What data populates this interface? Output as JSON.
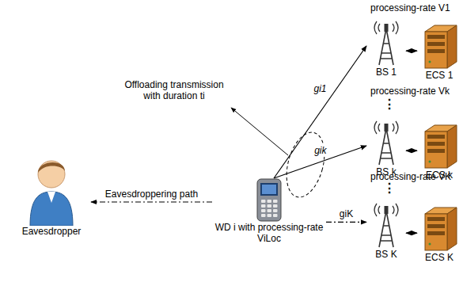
{
  "diagram": {
    "nodes": [
      {
        "text": [
          "WD i with processing-rate ViLoc"
        ]
      },
      {
        "text": [
          "Eavesdropper"
        ]
      },
      {
        "text": [
          "BS 1"
        ]
      },
      {
        "text": [
          "ECS 1"
        ]
      },
      {
        "text": [
          "BS k"
        ]
      },
      {
        "text": [
          "ECS k"
        ]
      },
      {
        "text": [
          "BS K"
        ]
      },
      {
        "text": [
          "ECS K"
        ]
      }
    ],
    "edges": [
      {
        "from": 0,
        "to": 2,
        "label": "gi1",
        "arrow": "to"
      },
      {
        "from": 0,
        "to": 4,
        "label": "gik",
        "arrow": "to"
      },
      {
        "from": 0,
        "to": 6,
        "label": "giK",
        "arrow": "to"
      },
      {
        "from": 0,
        "to": 1,
        "label": "Eavesdroppering path",
        "arrow": "to"
      },
      {
        "from": 2,
        "to": 3,
        "arrow": "both"
      },
      {
        "from": 4,
        "to": 5,
        "arrow": "both"
      },
      {
        "from": 6,
        "to": 7,
        "arrow": "both"
      }
    ],
    "labels": [
      "processing-rate V1",
      "processing-rate Vk",
      "processing-rate VK",
      "Offloading transmission with duration ti",
      "⋮",
      "⋮"
    ]
  }
}
